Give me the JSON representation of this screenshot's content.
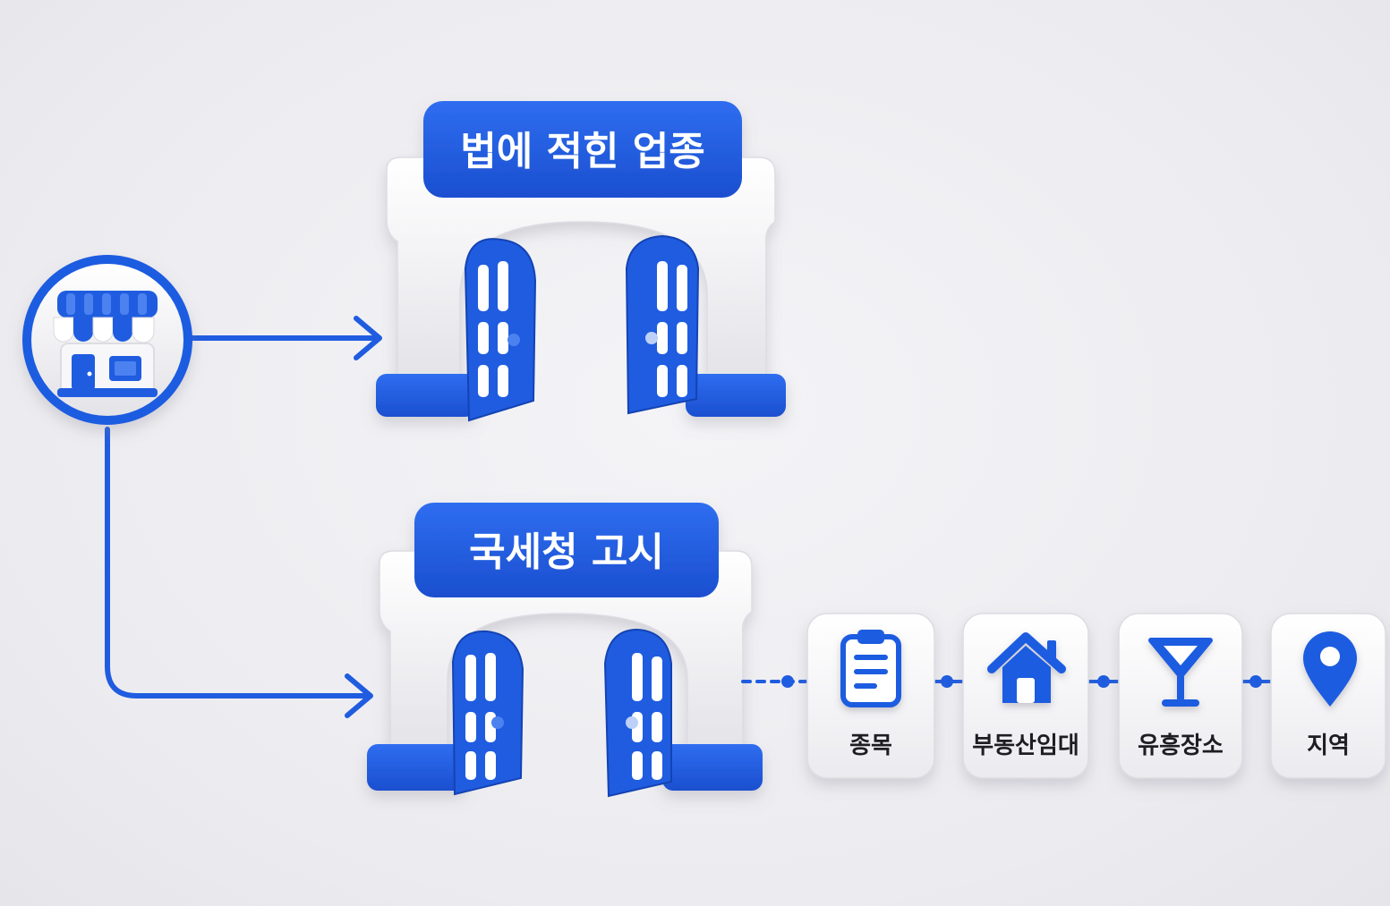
{
  "colors": {
    "accent": "#1f5ce0",
    "accent_dark": "#1443b3",
    "accent_light": "#4b82f0",
    "clay_white": "#f4f4f6",
    "clay_shadow": "#d9d9de",
    "label_text": "#1e1e22",
    "background": "#ececf0"
  },
  "source": {
    "icon": "storefront-icon"
  },
  "gates": [
    {
      "id": "law",
      "title": "법에 적힌 업종"
    },
    {
      "id": "nts",
      "title": "국세청 고시"
    }
  ],
  "criteria": [
    {
      "label": "종목",
      "icon": "clipboard-icon"
    },
    {
      "label": "부동산임대",
      "icon": "house-icon"
    },
    {
      "label": "유흥장소",
      "icon": "cocktail-glass-icon"
    },
    {
      "label": "지역",
      "icon": "location-pin-icon"
    }
  ]
}
